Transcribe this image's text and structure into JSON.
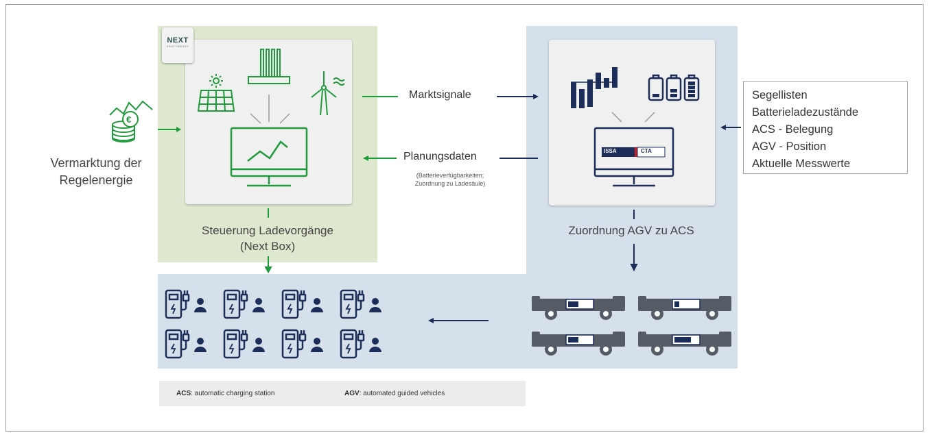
{
  "colors": {
    "green": "#1f9a3a",
    "navy": "#1c2d59",
    "green_panel": "#dde8cf",
    "blue_panel": "#d6e0ea",
    "isa_red": "#c4202a"
  },
  "badge": {
    "brand": "NEXT",
    "sub": "KRAFTWERKE"
  },
  "left": {
    "caption_line1": "Steuerung Ladevorgänge",
    "caption_line2": "(Next Box)",
    "icons": [
      "solar-panel-icon",
      "power-plant-icon",
      "wind-turbine-icon",
      "monitor-chart-icon"
    ]
  },
  "external": {
    "label_line1": "Vermarktung der",
    "label_line2": "Regelenergie",
    "icon": "euro-coins-icon"
  },
  "arrows": {
    "market_signals": "Marktsignale",
    "planning_data": "Planungsdaten",
    "planning_note_line1": "(Batterieverfügbarkeiten;",
    "planning_note_line2": "Zuordnung zu Ladesäule)"
  },
  "right": {
    "caption": "Zuordnung AGV zu ACS",
    "screen_logo_left": "ISSA",
    "screen_logo_right": "CTA",
    "icons": [
      "bar-chart-icon",
      "battery-levels-icon",
      "monitor-icon"
    ]
  },
  "inputs": {
    "items": [
      "Segellisten",
      "Batterieladezustände",
      "ACS - Belegung",
      "AGV - Position",
      "Aktuelle Messwerte"
    ]
  },
  "charging_stations": {
    "count": 8,
    "icon": "charging-station-person-icon"
  },
  "vehicles": {
    "count": 4,
    "icon": "agv-vehicle-icon"
  },
  "legend": {
    "acs_abbr": "ACS",
    "acs_text": ": automatic charging station",
    "agv_abbr": "AGV",
    "agv_text": ": automated guided vehicles"
  }
}
